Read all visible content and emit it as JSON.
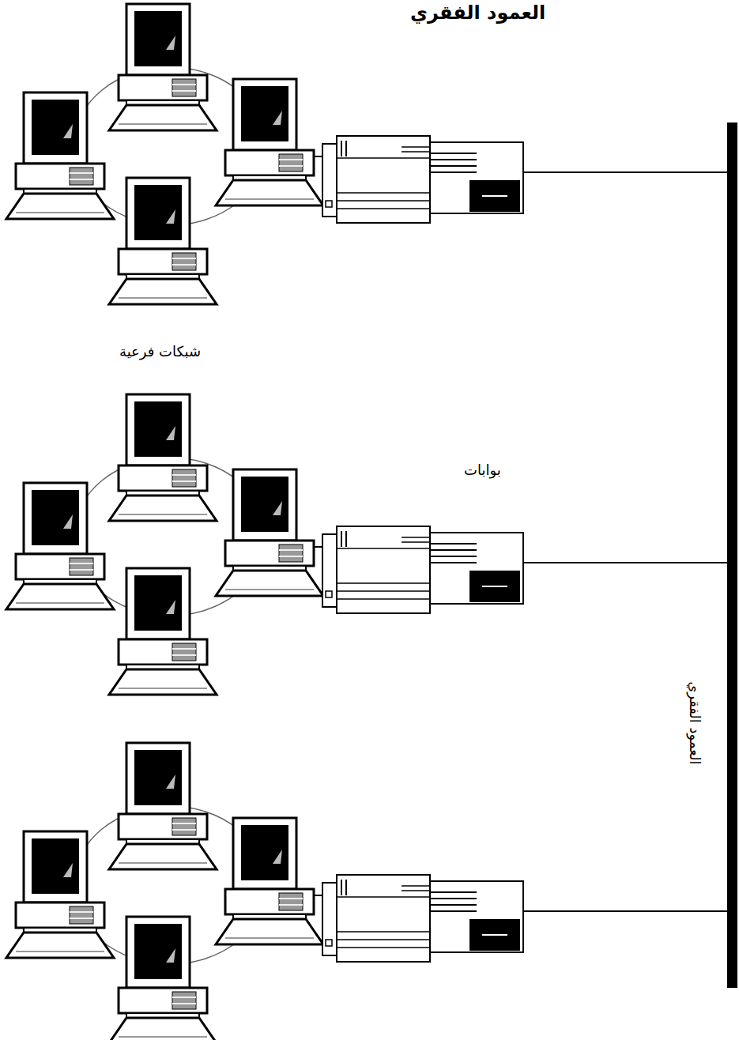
{
  "diagram": {
    "title": "العمود الفقري",
    "labels": [
      "شبكات فرعية",
      "بوابات",
      "العمود الفقري"
    ]
  }
}
